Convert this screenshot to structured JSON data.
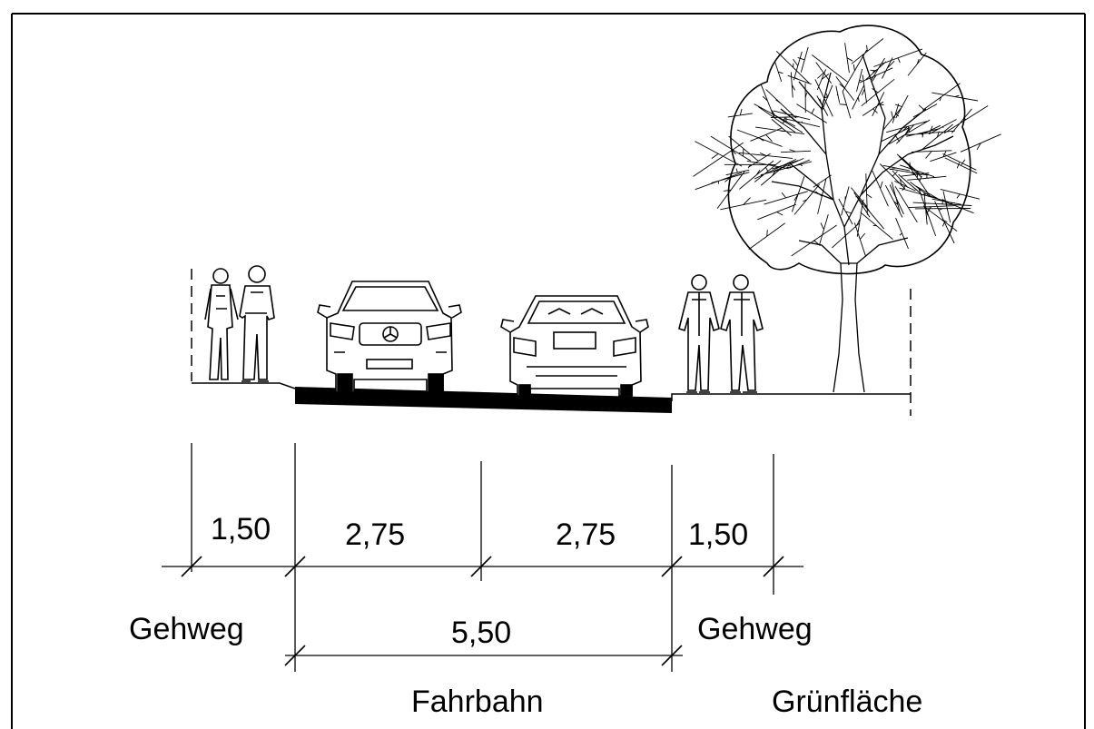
{
  "dimensions": {
    "sidewalk_left": "1,50",
    "lane_1": "2,75",
    "lane_2": "2,75",
    "sidewalk_right": "1,50",
    "carriageway_total": "5,50"
  },
  "labels": {
    "sidewalk_left": "Gehweg",
    "sidewalk_right": "Gehweg",
    "carriageway": "Fahrbahn",
    "green_area": "Grünfläche"
  },
  "colors": {
    "ink": "#000000",
    "paper": "#ffffff"
  }
}
